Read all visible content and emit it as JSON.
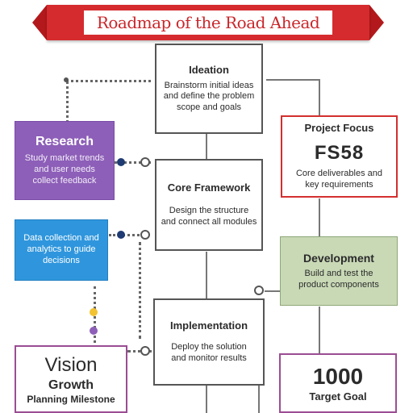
{
  "banner": {
    "title": "Roadmap of the Road Ahead"
  },
  "boxes": {
    "top_center": {
      "title": "Ideation",
      "lines": [
        "Brainstorm initial ideas",
        "and define the problem",
        "scope and goals"
      ]
    },
    "left_purple": {
      "title": "Research",
      "lines": [
        "Study market trends",
        "and user needs",
        "collect feedback"
      ]
    },
    "right_red": {
      "title": "Project Focus",
      "value": "FS58",
      "lines": [
        "Core deliverables and",
        "key requirements"
      ]
    },
    "center_mid": {
      "title": "Core Framework",
      "lines": [
        "Design the structure",
        "and connect all modules"
      ]
    },
    "left_blue": {
      "lines": [
        "Data collection and",
        "analytics to guide",
        "decisions"
      ]
    },
    "right_green": {
      "title": "Development",
      "lines": [
        "Build and test the",
        "product components"
      ]
    },
    "center_bottom": {
      "title": "Implementation",
      "lines": [
        "Deploy the solution",
        "and monitor results"
      ]
    },
    "bottom_left": {
      "big": "Vision",
      "mid": "Growth",
      "small": "Planning Milestone"
    },
    "bottom_right": {
      "big": "1000",
      "small": "Target Goal"
    }
  },
  "colors": {
    "banner": "#d52b2e",
    "purple": "#8d5fb8",
    "blue": "#2f96dd",
    "green": "#c9d9b6",
    "red_border": "#d32f2f",
    "plum_border": "#9b4d93",
    "node_navy": "#1f3b73",
    "node_yellow": "#f2c230",
    "node_purple": "#8d5fb8"
  }
}
